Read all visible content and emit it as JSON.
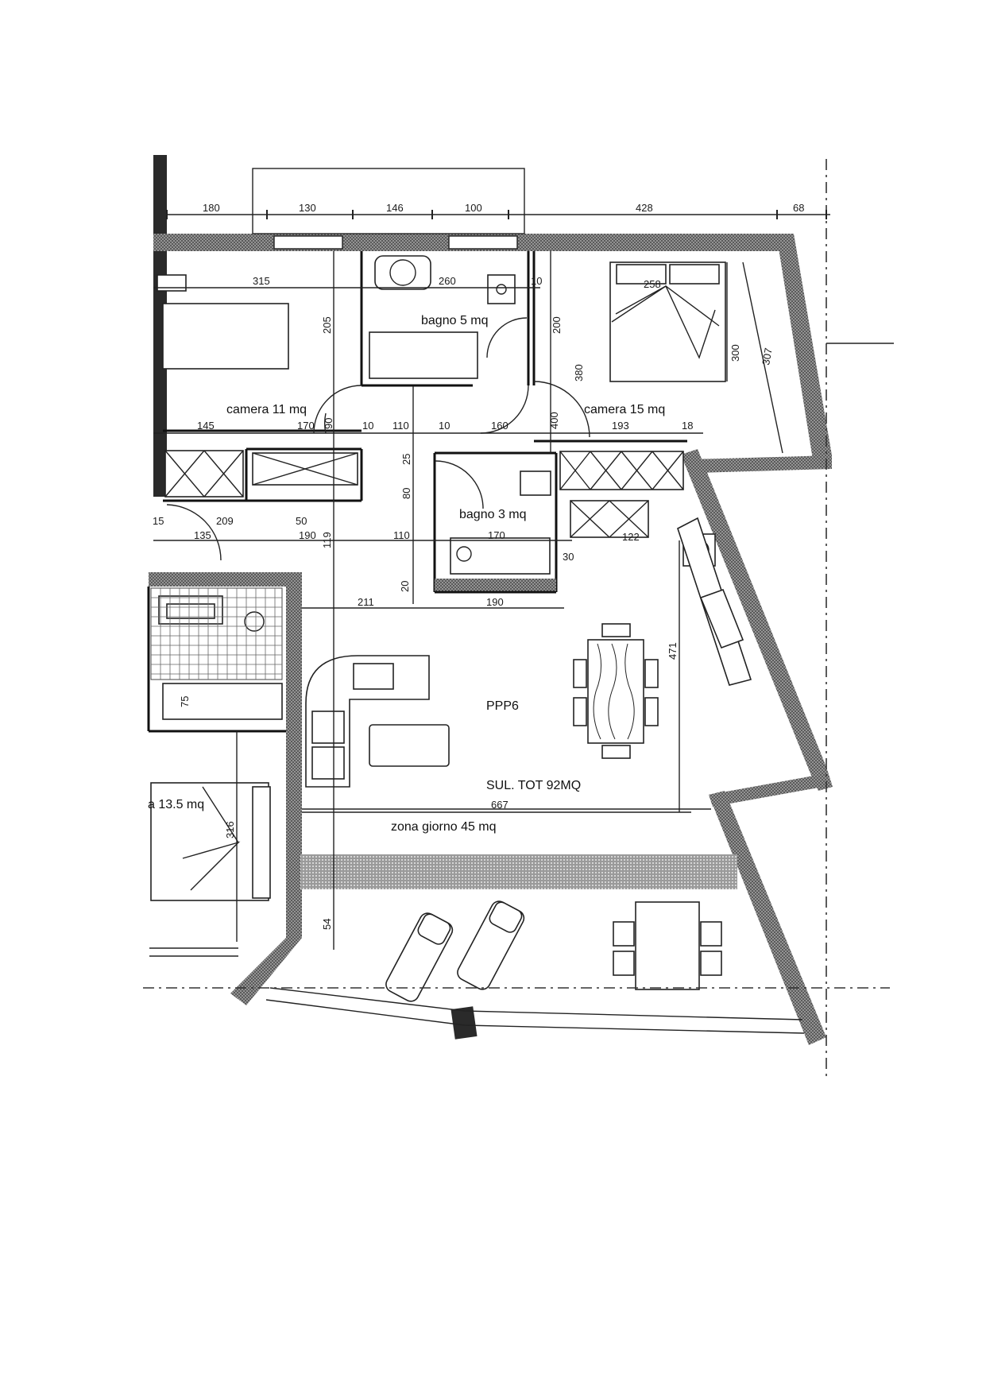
{
  "plan": {
    "rooms": {
      "camera_11": "camera 11 mq",
      "bagno_5": "bagno 5 mq",
      "camera_15": "camera 15 mq",
      "bagno_3": "bagno 3 mq",
      "ppp6": "PPP6",
      "sul_tot": "SUL. TOT 92MQ",
      "zona_giorno": "zona giorno 45 mq",
      "camera_13": "a 13.5 mq"
    },
    "dimensions": {
      "top_180": "180",
      "top_130": "130",
      "top_146": "146",
      "top_100": "100",
      "top_428": "428",
      "top_68": "68",
      "d315": "315",
      "d260": "260",
      "d10a": "10",
      "d258": "258",
      "d205": "205",
      "d200": "200",
      "d300": "300",
      "d307": "307",
      "d380": "380",
      "d145": "145",
      "d170a": "170",
      "d90a": "90",
      "d10b": "10",
      "d110a": "110",
      "d10c": "10",
      "d160": "160",
      "d400": "400",
      "d193": "193",
      "d18": "18",
      "d25": "25",
      "d80": "80",
      "d15": "15",
      "d209": "209",
      "d50": "50",
      "d135": "135",
      "d190a": "190",
      "d110b": "110",
      "d170b": "170",
      "d119": "119",
      "d30": "30",
      "d20": "20",
      "d211": "211",
      "d190b": "190",
      "d471": "471",
      "d75": "75",
      "d667": "667",
      "d316": "316",
      "d54": "54",
      "d122": "122"
    }
  }
}
